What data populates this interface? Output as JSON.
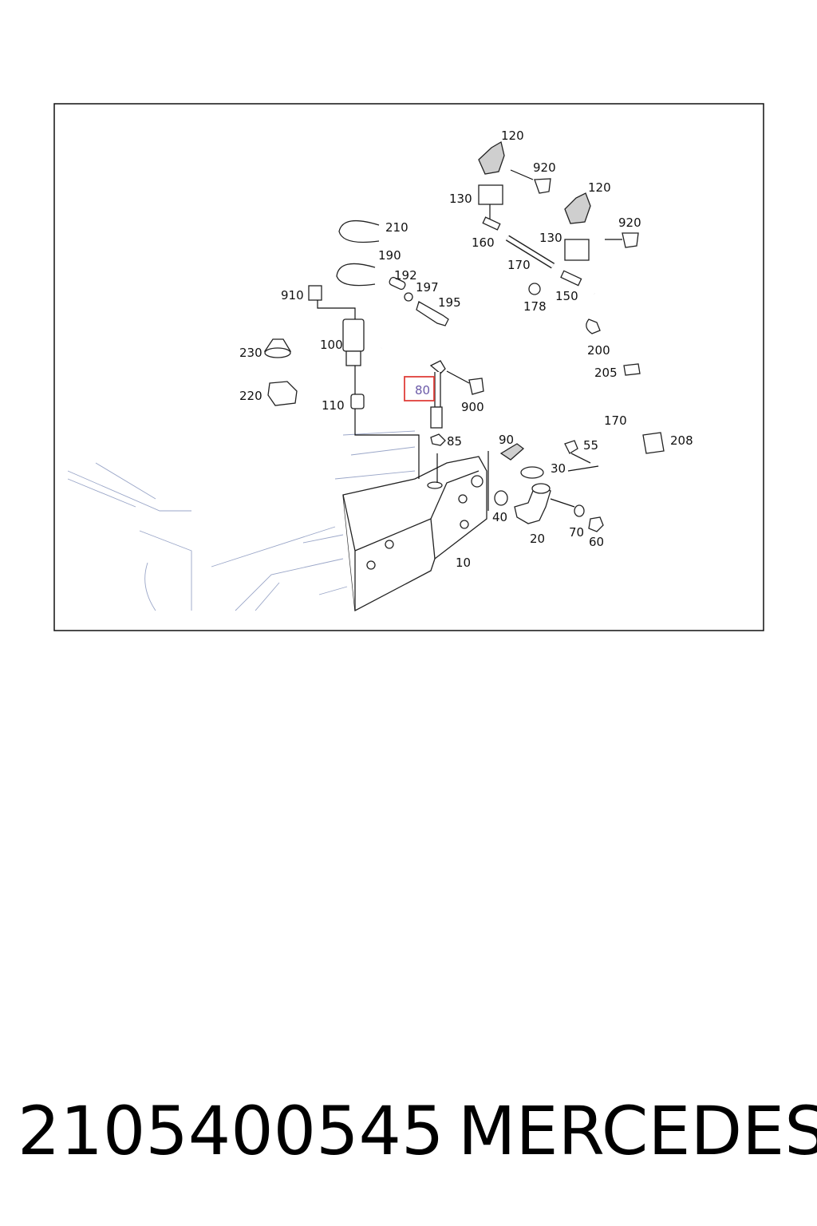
{
  "diagram": {
    "callouts": {
      "c120a": "120",
      "c920a": "920",
      "c130a": "130",
      "c120b": "120",
      "c160": "160",
      "c130b": "130",
      "c920b": "920",
      "c170a": "170",
      "c210": "210",
      "c190": "190",
      "c192": "192",
      "c197": "197",
      "c195": "195",
      "c178": "178",
      "c150": "150",
      "c910": "910",
      "c100": "100",
      "c230": "230",
      "c200": "200",
      "c205": "205",
      "c220": "220",
      "c80": "80",
      "c110": "110",
      "c900": "900",
      "c170b": "170",
      "c85": "85",
      "c90": "90",
      "c55": "55",
      "c208": "208",
      "c30": "30",
      "c40": "40",
      "c70": "70",
      "c20": "20",
      "c60": "60",
      "c10": "10"
    },
    "highlighted_part": "80",
    "highlight_color": "#e0403a"
  },
  "caption": {
    "part_number": "2105400545",
    "brand": "MERCEDES"
  }
}
